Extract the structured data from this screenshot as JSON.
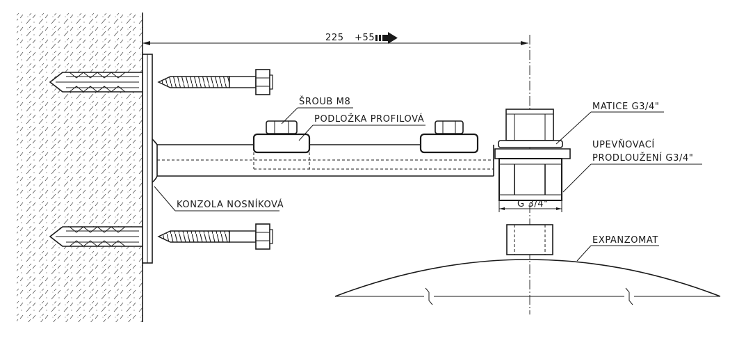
{
  "dimension": {
    "main": "225",
    "tolerance": "+55"
  },
  "labels": {
    "screw": "ŠROUB  M8",
    "washer": "PODLOŽKA  PROFILOVÁ",
    "nut": "MATICE  G3/4\"",
    "extension_line1": "UPEVŇOVACÍ",
    "extension_line2": "PRODLOUŽENÍ  G3/4\"",
    "bracket": "KONZOLA  NOSNÍKOVÁ",
    "thread": "G 3/4\"",
    "vessel": "EXPANZOMAT"
  },
  "colors": {
    "ink": "#1a1a1a",
    "paper": "#ffffff"
  }
}
